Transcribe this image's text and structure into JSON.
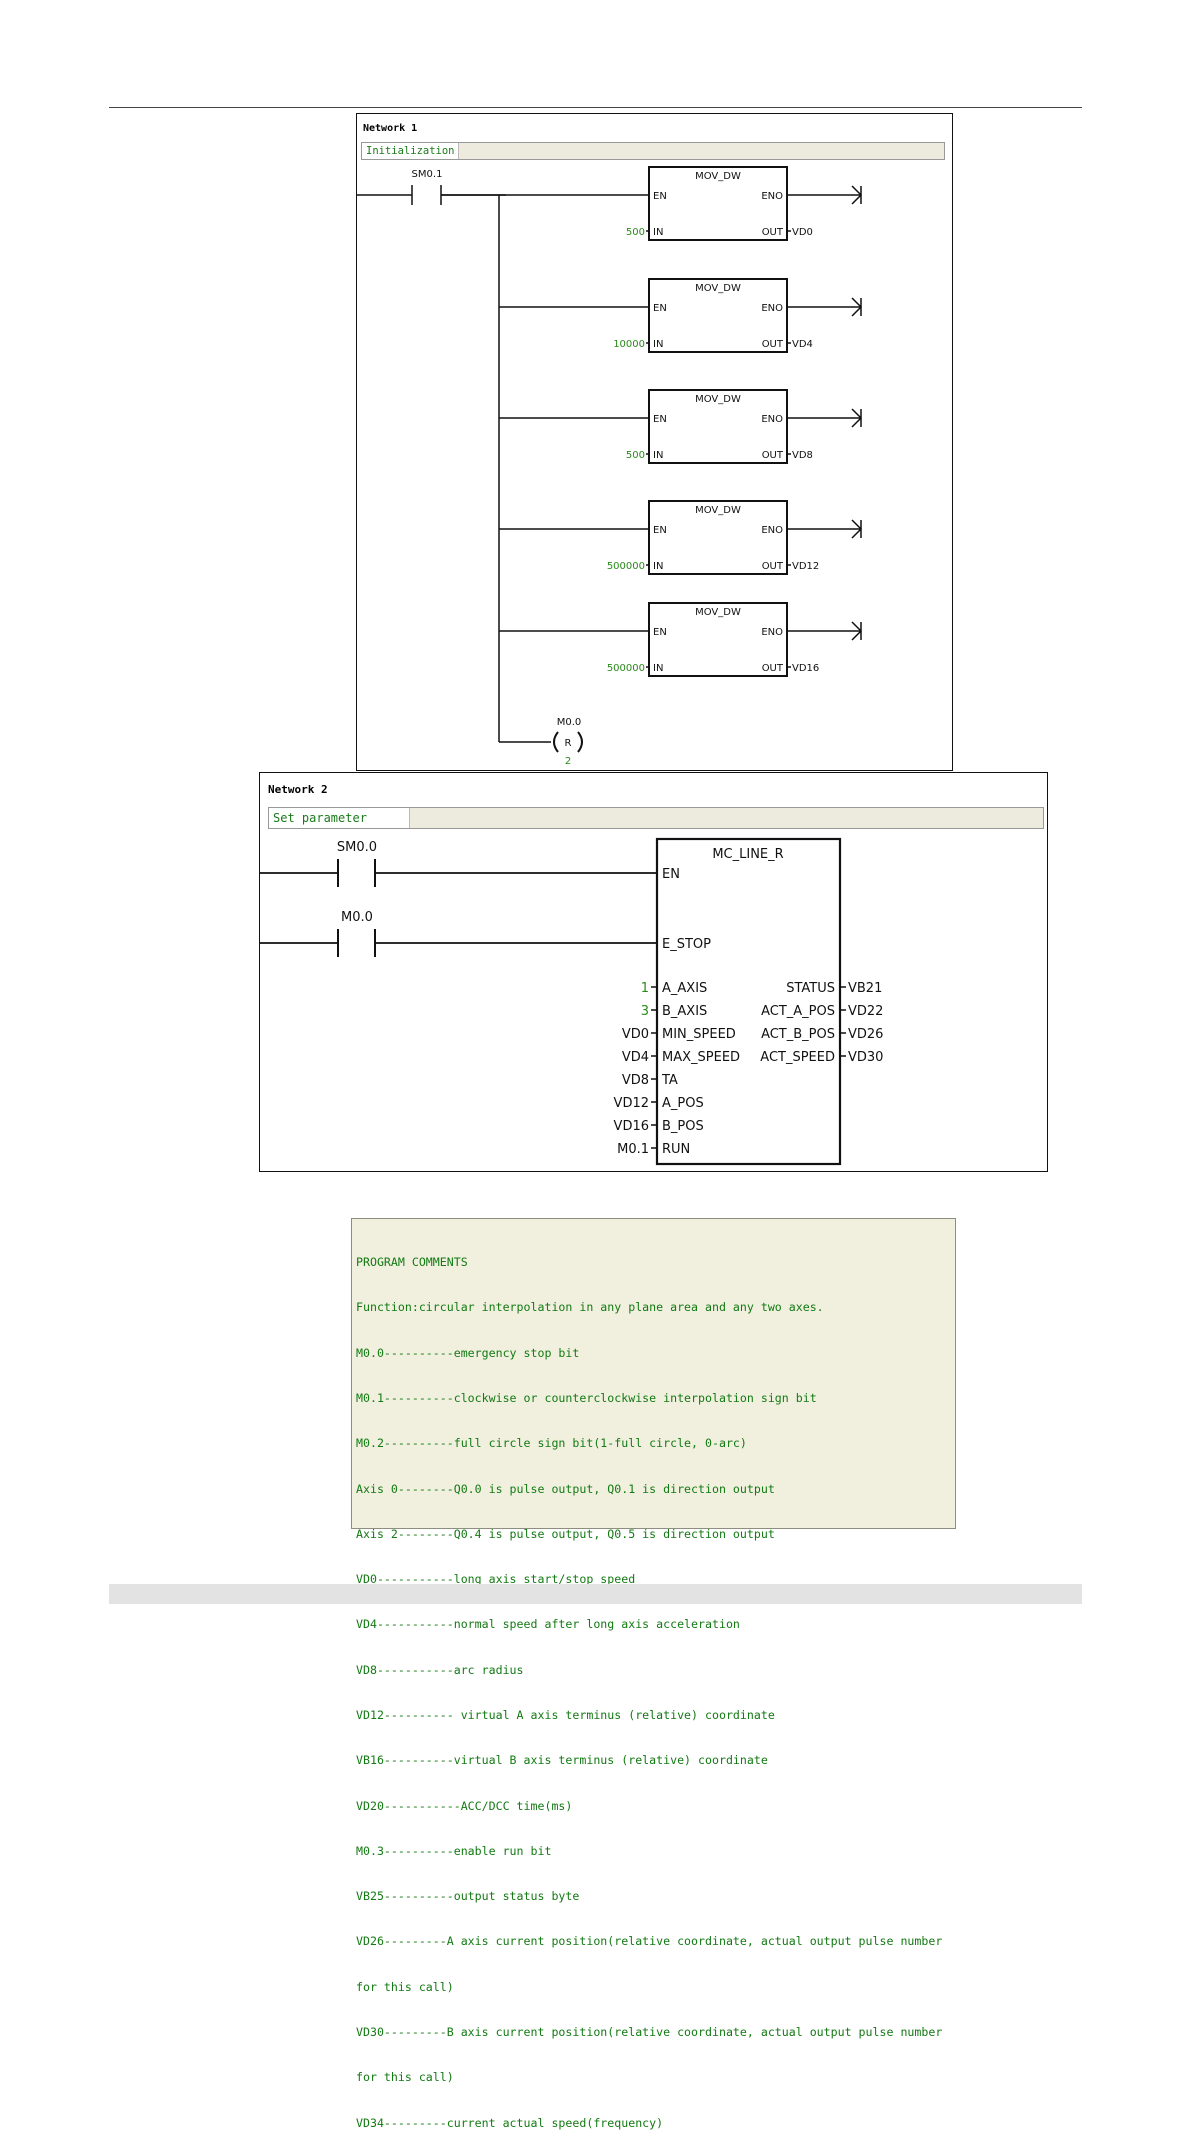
{
  "network1": {
    "title": "Network 1",
    "comment": "Initialization",
    "contact": "SM0.1",
    "blocks": [
      {
        "name": "MOV_DW",
        "en": "EN",
        "eno": "ENO",
        "in_pin": "IN",
        "out_pin": "OUT",
        "in_value": "500",
        "out_value": "VD0"
      },
      {
        "name": "MOV_DW",
        "en": "EN",
        "eno": "ENO",
        "in_pin": "IN",
        "out_pin": "OUT",
        "in_value": "10000",
        "out_value": "VD4"
      },
      {
        "name": "MOV_DW",
        "en": "EN",
        "eno": "ENO",
        "in_pin": "IN",
        "out_pin": "OUT",
        "in_value": "500",
        "out_value": "VD8"
      },
      {
        "name": "MOV_DW",
        "en": "EN",
        "eno": "ENO",
        "in_pin": "IN",
        "out_pin": "OUT",
        "in_value": "500000",
        "out_value": "VD12"
      },
      {
        "name": "MOV_DW",
        "en": "EN",
        "eno": "ENO",
        "in_pin": "IN",
        "out_pin": "OUT",
        "in_value": "500000",
        "out_value": "VD16"
      }
    ],
    "reset_coil": {
      "address": "M0.0",
      "symbol": "R",
      "count": "2"
    }
  },
  "network2": {
    "title": "Network 2",
    "comment": "Set parameter",
    "contacts": [
      "SM0.0",
      "M0.0"
    ],
    "block_name": "MC_LINE_R",
    "en_pin": "EN",
    "estop_pin": "E_STOP",
    "inputs": [
      {
        "value": "1",
        "pin": "A_AXIS"
      },
      {
        "value": "3",
        "pin": "B_AXIS"
      },
      {
        "value": "VD0",
        "pin": "MIN_SPEED"
      },
      {
        "value": "VD4",
        "pin": "MAX_SPEED"
      },
      {
        "value": "VD8",
        "pin": "TA"
      },
      {
        "value": "VD12",
        "pin": "A_POS"
      },
      {
        "value": "VD16",
        "pin": "B_POS"
      },
      {
        "value": "M0.1",
        "pin": "RUN"
      }
    ],
    "outputs": [
      {
        "pin": "STATUS",
        "value": "VB21"
      },
      {
        "pin": "ACT_A_POS",
        "value": "VD22"
      },
      {
        "pin": "ACT_B_POS",
        "value": "VD26"
      },
      {
        "pin": "ACT_SPEED",
        "value": "VD30"
      }
    ]
  },
  "program_comments": {
    "lines": [
      "PROGRAM COMMENTS",
      "Function:circular interpolation in any plane area and any two axes.",
      "M0.0----------emergency stop bit",
      "M0.1----------clockwise or counterclockwise interpolation sign bit",
      "M0.2----------full circle sign bit(1-full circle, 0-arc)",
      "Axis 0--------Q0.0 is pulse output, Q0.1 is direction output",
      "Axis 2--------Q0.4 is pulse output, Q0.5 is direction output",
      "VD0-----------long axis start/stop speed",
      "VD4-----------normal speed after long axis acceleration",
      "VD8-----------arc radius",
      "VD12---------- virtual A axis terminus (relative) coordinate",
      "VB16----------virtual B axis terminus (relative) coordinate",
      "VD20-----------ACC/DCC time(ms)",
      "M0.3----------enable run bit",
      "VB25----------output status byte",
      "VD26---------A axis current position(relative coordinate, actual output pulse number",
      "for this call)",
      "VD30---------B axis current position(relative coordinate, actual output pulse number",
      "for this call)",
      "VD34---------current actual speed(frequency)"
    ]
  },
  "colors": {
    "wire": "#111111",
    "parameter_value": "#2a8a1a",
    "comment_text": "#137a13",
    "comment_bg": "#f1f0df",
    "header_bg": "#ecebde"
  }
}
